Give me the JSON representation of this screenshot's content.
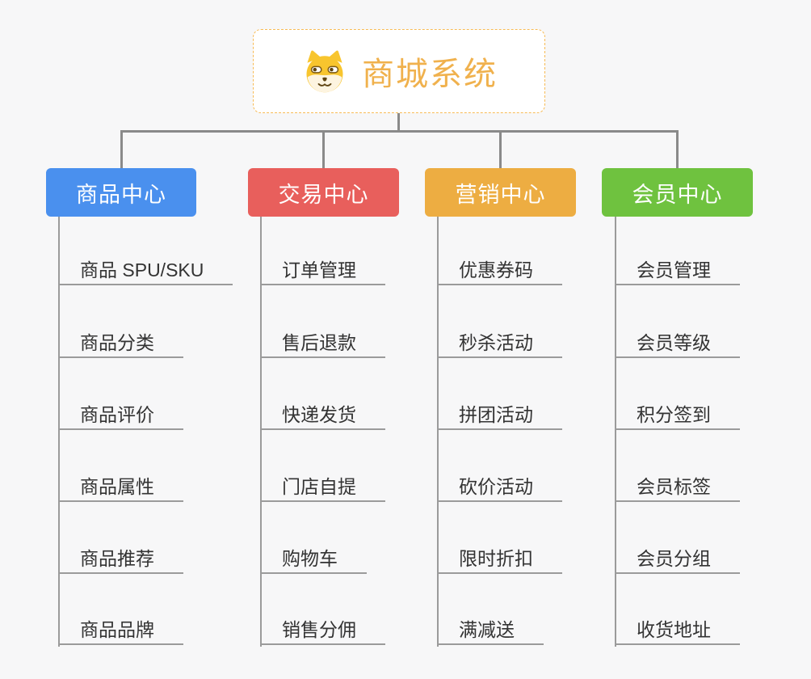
{
  "root": {
    "title": "商城系统",
    "icon": "dog-icon",
    "title_color": "#f0b14d",
    "border_color": "#f7bb55"
  },
  "colors": {
    "connector": "#8a8a8a",
    "underline": "#9b9b9b",
    "leaf_text": "#333333",
    "background": "#f7f7f8"
  },
  "branches": [
    {
      "label": "商品中心",
      "color": "#4a90ee",
      "items": [
        "商品 SPU/SKU",
        "商品分类",
        "商品评价",
        "商品属性",
        "商品推荐",
        "商品品牌"
      ]
    },
    {
      "label": "交易中心",
      "color": "#e85f5c",
      "items": [
        "订单管理",
        "售后退款",
        "快递发货",
        "门店自提",
        "购物车",
        "销售分佣"
      ]
    },
    {
      "label": "营销中心",
      "color": "#edad42",
      "items": [
        "优惠券码",
        "秒杀活动",
        "拼团活动",
        "砍价活动",
        "限时折扣",
        "满减送"
      ]
    },
    {
      "label": "会员中心",
      "color": "#6fc23f",
      "items": [
        "会员管理",
        "会员等级",
        "积分签到",
        "会员标签",
        "会员分组",
        "收货地址"
      ]
    }
  ]
}
